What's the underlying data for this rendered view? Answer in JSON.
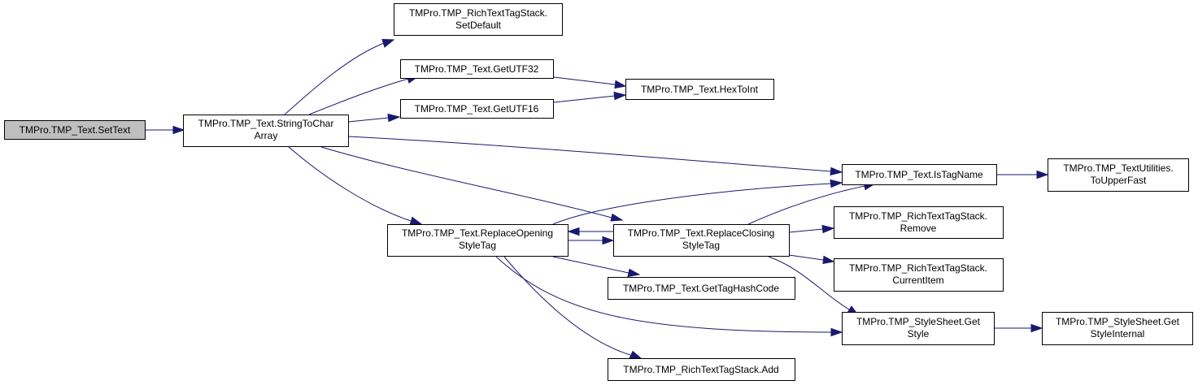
{
  "colors": {
    "edge": "#191970",
    "root_fill": "#bfbfbf",
    "node_fill": "#ffffff",
    "node_border": "#000000"
  },
  "nodes": {
    "settext": {
      "lines": [
        "TMPro.TMP_Text.SetText"
      ]
    },
    "stringtochar": {
      "lines": [
        "TMPro.TMP_Text.StringToChar",
        "Array"
      ]
    },
    "setdefault": {
      "lines": [
        "TMPro.TMP_RichTextTagStack.",
        "SetDefault"
      ]
    },
    "getutf32": {
      "lines": [
        "TMPro.TMP_Text.GetUTF32"
      ]
    },
    "getutf16": {
      "lines": [
        "TMPro.TMP_Text.GetUTF16"
      ]
    },
    "hextoint": {
      "lines": [
        "TMPro.TMP_Text.HexToInt"
      ]
    },
    "istagname": {
      "lines": [
        "TMPro.TMP_Text.IsTagName"
      ]
    },
    "toupperfast": {
      "lines": [
        "TMPro.TMP_TextUtilities.",
        "ToUpperFast"
      ]
    },
    "replaceopening": {
      "lines": [
        "TMPro.TMP_Text.ReplaceOpening",
        "StyleTag"
      ]
    },
    "replaceclosing": {
      "lines": [
        "TMPro.TMP_Text.ReplaceClosing",
        "StyleTag"
      ]
    },
    "remove": {
      "lines": [
        "TMPro.TMP_RichTextTagStack.",
        "Remove"
      ]
    },
    "currentitem": {
      "lines": [
        "TMPro.TMP_RichTextTagStack.",
        "CurrentItem"
      ]
    },
    "gettaghashcode": {
      "lines": [
        "TMPro.TMP_Text.GetTagHashCode"
      ]
    },
    "getstyle": {
      "lines": [
        "TMPro.TMP_StyleSheet.Get",
        "Style"
      ]
    },
    "getstyleinternal": {
      "lines": [
        "TMPro.TMP_StyleSheet.Get",
        "StyleInternal"
      ]
    },
    "add": {
      "lines": [
        "TMPro.TMP_RichTextTagStack.Add"
      ]
    }
  },
  "edges": [
    [
      "settext",
      "stringtochar"
    ],
    [
      "stringtochar",
      "setdefault"
    ],
    [
      "stringtochar",
      "getutf32"
    ],
    [
      "stringtochar",
      "getutf16"
    ],
    [
      "stringtochar",
      "istagname"
    ],
    [
      "stringtochar",
      "replaceopening"
    ],
    [
      "stringtochar",
      "replaceclosing"
    ],
    [
      "getutf32",
      "hextoint"
    ],
    [
      "getutf16",
      "hextoint"
    ],
    [
      "istagname",
      "toupperfast"
    ],
    [
      "replaceopening",
      "istagname"
    ],
    [
      "replaceopening",
      "replaceclosing"
    ],
    [
      "replaceopening",
      "gettaghashcode"
    ],
    [
      "replaceopening",
      "getstyle"
    ],
    [
      "replaceopening",
      "add"
    ],
    [
      "replaceclosing",
      "replaceopening"
    ],
    [
      "replaceclosing",
      "istagname"
    ],
    [
      "replaceclosing",
      "remove"
    ],
    [
      "replaceclosing",
      "currentitem"
    ],
    [
      "replaceclosing",
      "getstyle"
    ],
    [
      "getstyle",
      "getstyleinternal"
    ]
  ]
}
